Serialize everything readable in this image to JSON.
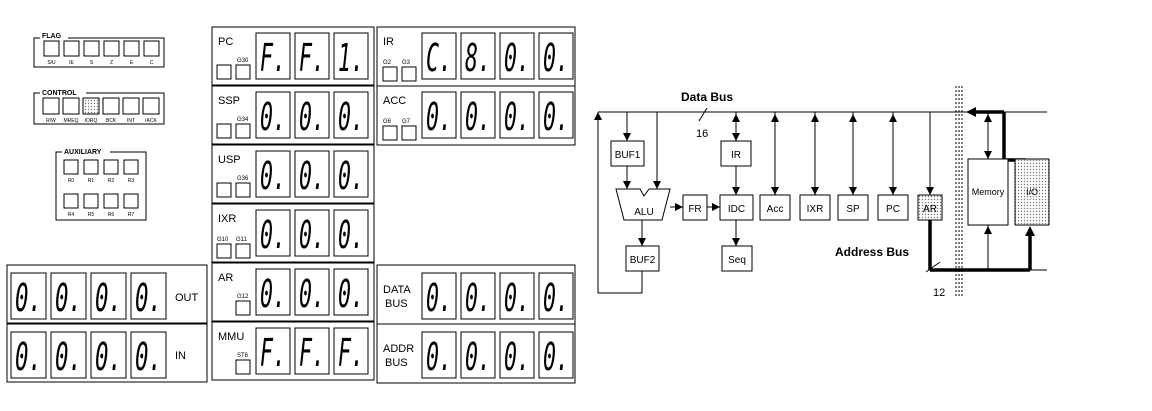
{
  "flag_group": {
    "title": "FLAG",
    "bits": [
      "S/U",
      "IE",
      "S",
      "Z",
      "E",
      "C"
    ]
  },
  "control_group": {
    "title": "CONTROL",
    "bits": [
      "R/W",
      "MREQ",
      "IORQ",
      "BCK",
      "INT",
      "IACK"
    ]
  },
  "auxiliary_group": {
    "title": "AUXILIARY",
    "bits": [
      "R0",
      "R1",
      "R2",
      "R3",
      "R4",
      "R5",
      "R6",
      "R7"
    ]
  },
  "io_panels": [
    {
      "name": "OUT",
      "digits": [
        "0.",
        "0.",
        "0.",
        "0."
      ]
    },
    {
      "name": "IN",
      "digits": [
        "0.",
        "0.",
        "0.",
        "0."
      ]
    }
  ],
  "registers": [
    {
      "name": "PC",
      "gates": [
        "G30"
      ],
      "digits": [
        "F.",
        "F.",
        "1."
      ]
    },
    {
      "name": "SSP",
      "gates": [
        "G34"
      ],
      "digits": [
        "0.",
        "0.",
        "0."
      ]
    },
    {
      "name": "USP",
      "gates": [
        "G36"
      ],
      "digits": [
        "0.",
        "0.",
        "0."
      ]
    },
    {
      "name": "IXR",
      "gates": [
        "G10",
        "G11"
      ],
      "digits": [
        "0.",
        "0.",
        "0."
      ]
    },
    {
      "name": "AR",
      "gates": [
        "G12"
      ],
      "digits": [
        "0.",
        "0.",
        "0."
      ]
    },
    {
      "name": "MMU",
      "gates": [
        "ST6"
      ],
      "digits": [
        "F.",
        "F.",
        "F."
      ]
    }
  ],
  "wide_registers": [
    {
      "name": "IR",
      "gates": [
        "G2",
        "G3"
      ],
      "digits": [
        "C.",
        "8.",
        "0.",
        "0."
      ]
    },
    {
      "name": "ACC",
      "gates": [
        "G6",
        "G7"
      ],
      "digits": [
        "0.",
        "0.",
        "0.",
        "0."
      ]
    }
  ],
  "bus_panels": [
    {
      "name_line1": "DATA",
      "name_line2": "BUS",
      "digits": [
        "0.",
        "0.",
        "0.",
        "0."
      ]
    },
    {
      "name_line1": "ADDR",
      "name_line2": "BUS",
      "digits": [
        "0.",
        "0.",
        "0.",
        "0."
      ]
    }
  ],
  "block_diagram": {
    "data_bus_label": "Data Bus",
    "data_bus_width": "16",
    "address_bus_label": "Address Bus",
    "address_bus_width": "12",
    "blocks": {
      "buf1": "BUF1",
      "ir": "IR",
      "alu": "ALU",
      "fr": "FR",
      "idc": "IDC",
      "acc": "Acc",
      "ixr": "IXR",
      "sp": "SP",
      "pc": "PC",
      "ar": "AR",
      "buf2": "BUF2",
      "seq": "Seq",
      "memory": "Memory",
      "io": "I/O"
    }
  }
}
